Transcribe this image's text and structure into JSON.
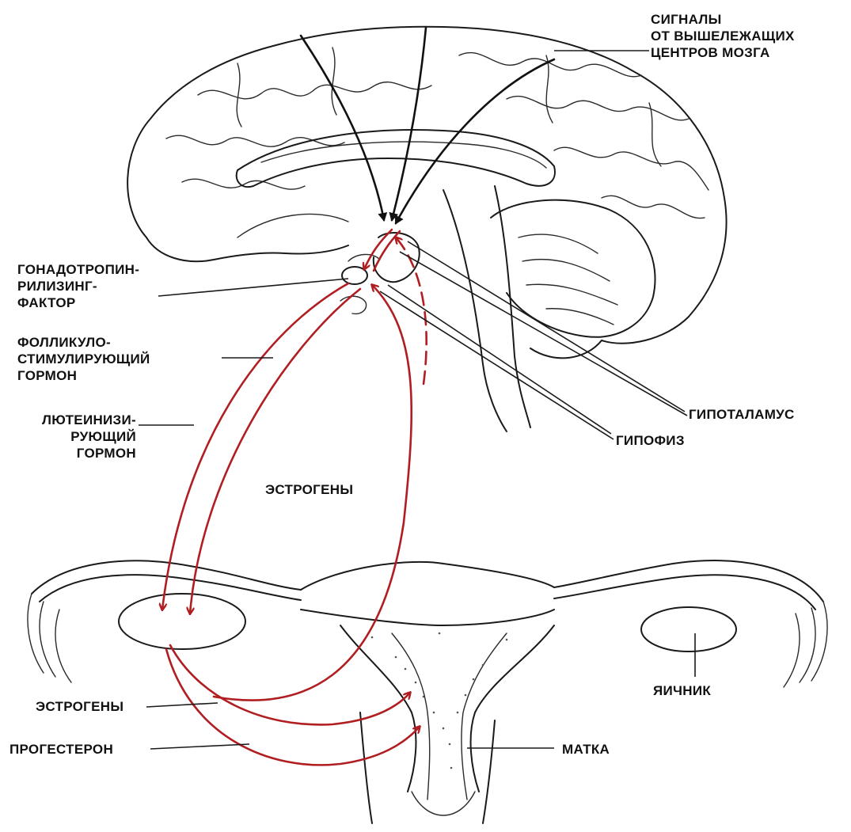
{
  "labels": {
    "signals": [
      "СИГНАЛЫ",
      "ОТ ВЫШЕЛЕЖАЩИХ",
      "ЦЕНТРОВ МОЗГА"
    ],
    "gnrh": [
      "ГОНАДОТРОПИН-",
      "РИЛИЗИНГ-",
      "ФАКТОР"
    ],
    "fsh": [
      "ФОЛЛИКУЛО-",
      "СТИМУЛИРУЮЩИЙ",
      "ГОРМОН"
    ],
    "lh": [
      "ЛЮТЕИНИЗИ-",
      "РУЮЩИЙ",
      "ГОРМОН"
    ],
    "estrogens_center": "ЭСТРОГЕНЫ",
    "hypothalamus": "ГИПОТАЛАМУС",
    "pituitary": "ГИПОФИЗ",
    "ovary": "ЯИЧНИК",
    "estrogens_low": "ЭСТРОГЕНЫ",
    "progesterone": "ПРОГЕСТЕРОН",
    "uterus": "МАТКА"
  },
  "colors": {
    "hormone_arrow": "#b01e22",
    "neural_arrow": "#111111",
    "line_art": "#1a1a1a"
  }
}
